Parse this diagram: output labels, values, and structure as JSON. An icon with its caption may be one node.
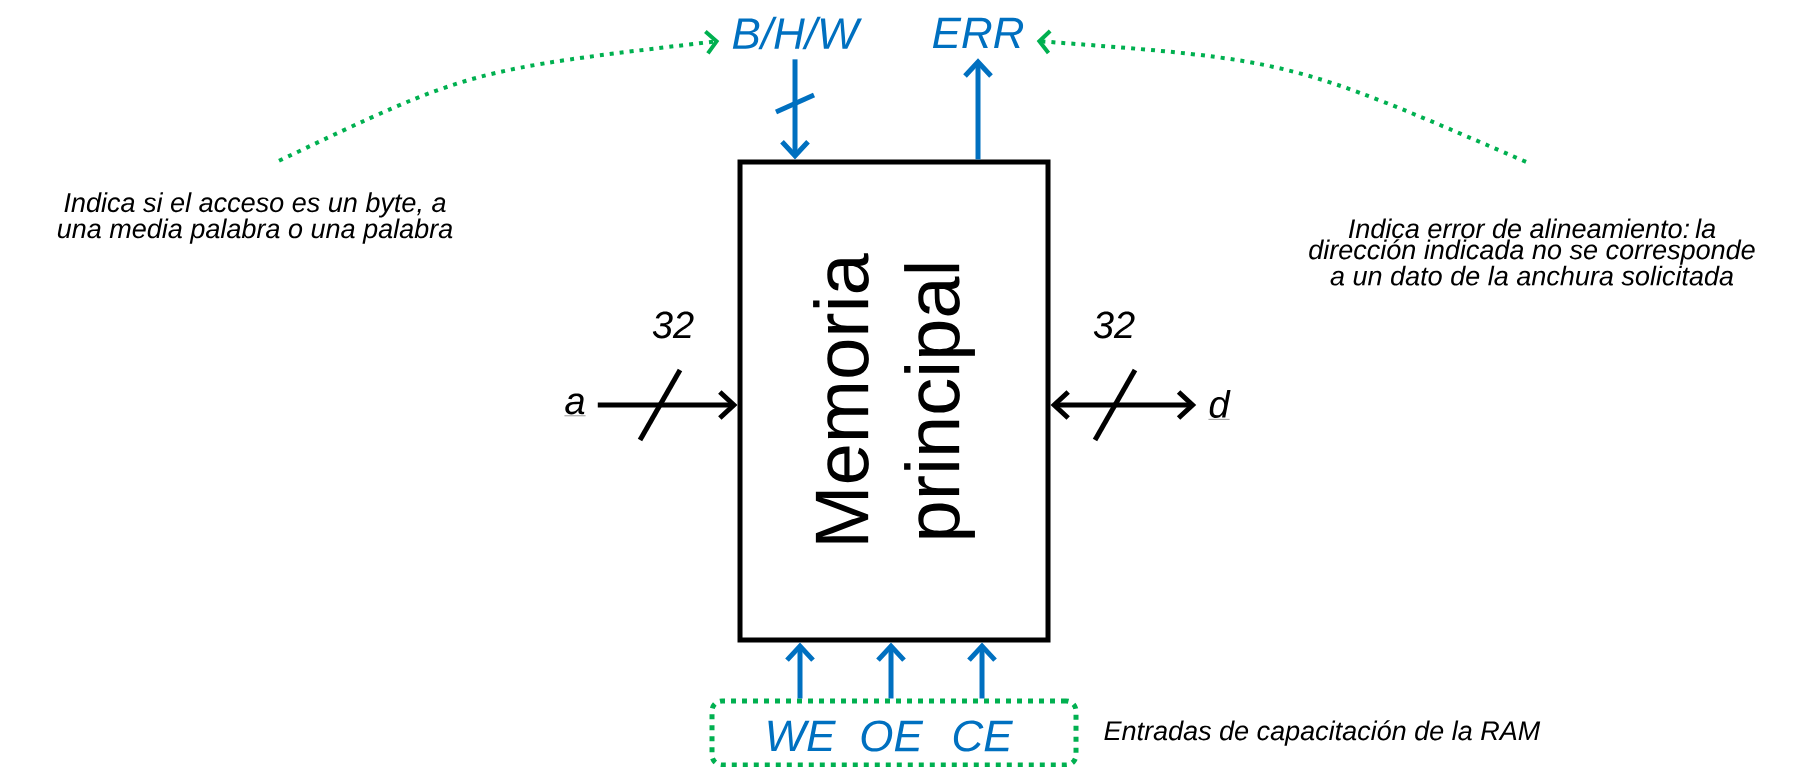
{
  "diagram": {
    "nodes": [
      {
        "text": [
          "Memoria principal"
        ]
      },
      {
        "text": [
          "B/H/W"
        ]
      },
      {
        "text": [
          "ERR"
        ]
      },
      {
        "text": [
          "Indica si el acceso es un byte, a una media palabra o una palabra"
        ]
      },
      {
        "text": [
          "Indica error de alineamiento: la dirección indicada no se corresponde a un dato de la anchura solicitada"
        ]
      },
      {
        "text": [
          "a"
        ]
      },
      {
        "text": [
          "d"
        ]
      },
      {
        "text": [],
        "shape": "box",
        "beside": [
          "Entradas de capacitación de la RAM"
        ]
      },
      {
        "text": [
          "WE"
        ],
        "in": 7
      },
      {
        "text": [
          "OE"
        ],
        "in": 7
      },
      {
        "text": [
          "CE"
        ],
        "in": 7
      }
    ],
    "edges": [
      {
        "from": 1,
        "to": 0,
        "arrow": "to"
      },
      {
        "from": 0,
        "to": 2,
        "arrow": "to"
      },
      {
        "from": 5,
        "to": 0,
        "arrow": "to",
        "label": "32",
        "color": "#000000"
      },
      {
        "from": 0,
        "to": 6,
        "arrow": "both",
        "label": "32",
        "color": "#000000"
      },
      {
        "from": 8,
        "to": 0,
        "arrow": "to"
      },
      {
        "from": 9,
        "to": 0,
        "arrow": "to"
      },
      {
        "from": 10,
        "to": 0,
        "arrow": "to"
      },
      {
        "from": 3,
        "to": 1,
        "arrow": "to",
        "style": "dashed",
        "color": "#00b050"
      },
      {
        "from": 4,
        "to": 2,
        "arrow": "to",
        "style": "dashed",
        "color": "#00b050"
      }
    ]
  }
}
